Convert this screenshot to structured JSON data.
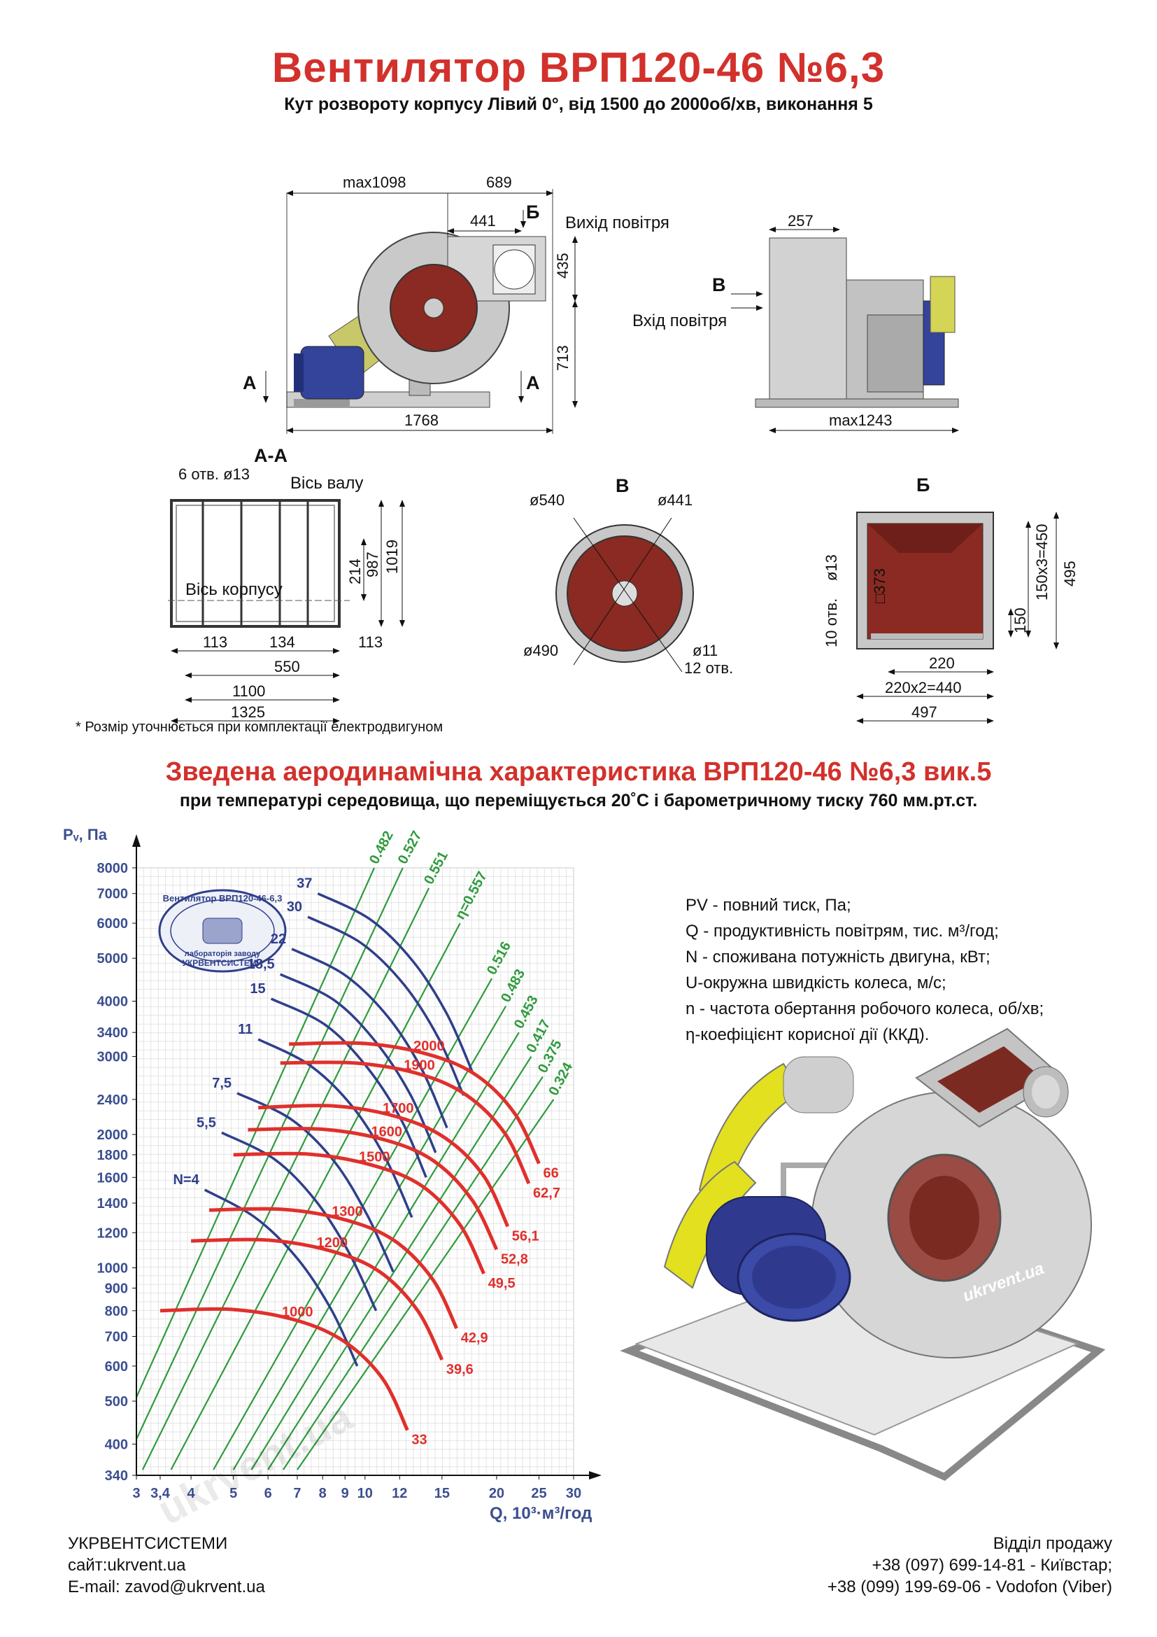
{
  "title": "Вентилятор  ВРП120-46 №6,3",
  "subtitle": "Кут розвороту корпусу Лівий 0°, від 1500 до 2000об/хв, виконання 5",
  "side_view": {
    "dims": [
      "max1098",
      "689",
      "441",
      "435",
      "713",
      "1768"
    ],
    "label_b": "Б",
    "label_a_left": "А",
    "label_a_right": "А",
    "outlet_label": "Вихід повітря"
  },
  "front_view": {
    "dims": [
      "257",
      "max1243"
    ],
    "label_v": "В",
    "inlet_label": "Вхід повітря"
  },
  "section_aa": {
    "title": "А-А",
    "holes": "6 отв. ø13",
    "shaft_axis": "Вісь валу",
    "body_axis": "Вісь корпусу",
    "dims": [
      "113",
      "134",
      "113",
      "550",
      "1100",
      "1325",
      "214",
      "987",
      "1019"
    ]
  },
  "view_v": {
    "title": "В",
    "dims": [
      "ø540",
      "ø441",
      "ø490",
      "ø11"
    ],
    "holes": "12 отв."
  },
  "view_b": {
    "title": "Б",
    "dims": [
      "ø13",
      "□373",
      "150x3=450",
      "495",
      "150",
      "220",
      "220x2=440",
      "497"
    ],
    "holes": "10 отв."
  },
  "watermark": "ukrvent.ua",
  "note": "* Розмір уточнюється при комплектації електродвигуном",
  "chart_title": "Зведена аеродинамічна характеристика ВРП120-46 №6,3 вик.5",
  "chart_subtitle": "при температурі середовища, що переміщується 20˚С і барометричному тиску 760 мм.рт.ст.",
  "legend": [
    "PV - повний тиск, Па;",
    "Q - продуктивність повітрям, тис. м³/год;",
    "N - споживана потужність двигуна, кВт;",
    "U-окружна швидкість колеса, м/с;",
    "n - частота обертання робочого колеса, об/хв;",
    "η-коефіцієнт корисної дії (ККД)."
  ],
  "stamp": {
    "top": "Вентилятор ВРП120-46-6,3",
    "middle": "лабораторія заводу",
    "bottom": "УКРВЕНТСИСТЕМИ"
  },
  "colors": {
    "title_red": "#d2312c",
    "curve_red": "#e0302c",
    "power_blue": "#2f3f8a",
    "eff_green": "#2f9b3c",
    "grid": "#c9c9c9"
  },
  "chart_data": {
    "type": "line",
    "x_scale": "log",
    "y_scale": "log",
    "ylabel": "Pᵥ, Па",
    "xlabel": "Q, 10³·м³/год",
    "xlim": [
      3,
      30
    ],
    "ylim": [
      340,
      8000
    ],
    "x_ticks": [
      3,
      3.4,
      4,
      5,
      6,
      7,
      8,
      9,
      10,
      12,
      15,
      20,
      25,
      30
    ],
    "x_tick_labels": [
      "3",
      "3,4",
      "4",
      "5",
      "6",
      "7",
      "8",
      "9",
      "10",
      "12",
      "15",
      "20",
      "25",
      "30"
    ],
    "y_ticks": [
      340,
      400,
      500,
      600,
      700,
      800,
      900,
      1000,
      1200,
      1400,
      1600,
      1800,
      2000,
      2400,
      3000,
      3400,
      4000,
      5000,
      6000,
      7000,
      8000
    ],
    "y_tick_labels": [
      "340",
      "400",
      "500",
      "600",
      "700",
      "800",
      "900",
      "1000",
      "1200",
      "1400",
      "1600",
      "1800",
      "2000",
      "2400",
      "3000",
      "3400",
      "4000",
      "5000",
      "6000",
      "7000",
      "8000"
    ],
    "speed_curves": [
      {
        "n": "1000",
        "u_label": "33",
        "points": [
          [
            3.4,
            800
          ],
          [
            5,
            805
          ],
          [
            7,
            760
          ],
          [
            9,
            680
          ],
          [
            11,
            560
          ],
          [
            12.5,
            430
          ]
        ]
      },
      {
        "n": "1200",
        "u_label": "39,6",
        "points": [
          [
            4,
            1150
          ],
          [
            6,
            1155
          ],
          [
            8.4,
            1090
          ],
          [
            10.8,
            980
          ],
          [
            13.2,
            800
          ],
          [
            15,
            620
          ]
        ]
      },
      {
        "n": "1300",
        "u_label": "42,9",
        "points": [
          [
            4.4,
            1350
          ],
          [
            6.5,
            1355
          ],
          [
            9.1,
            1280
          ],
          [
            11.7,
            1150
          ],
          [
            14.3,
            940
          ],
          [
            16.2,
            730
          ]
        ]
      },
      {
        "n": "1500",
        "u_label": "49,5",
        "points": [
          [
            5,
            1800
          ],
          [
            7.5,
            1805
          ],
          [
            10.5,
            1700
          ],
          [
            13.5,
            1530
          ],
          [
            16.5,
            1250
          ],
          [
            18.7,
            970
          ]
        ]
      },
      {
        "n": "1600",
        "u_label": "52,8",
        "points": [
          [
            5.4,
            2050
          ],
          [
            8,
            2055
          ],
          [
            11.2,
            1940
          ],
          [
            14.4,
            1740
          ],
          [
            17.6,
            1420
          ],
          [
            20,
            1100
          ]
        ]
      },
      {
        "n": "1700",
        "u_label": "56,1",
        "points": [
          [
            5.7,
            2300
          ],
          [
            8.5,
            2320
          ],
          [
            11.9,
            2190
          ],
          [
            15.3,
            1960
          ],
          [
            18.7,
            1610
          ],
          [
            21.2,
            1240
          ]
        ]
      },
      {
        "n": "1900",
        "u_label": "62,7",
        "points": [
          [
            6.4,
            2900
          ],
          [
            9.5,
            2900
          ],
          [
            13.3,
            2740
          ],
          [
            17.1,
            2450
          ],
          [
            20.9,
            2010
          ],
          [
            23.7,
            1550
          ]
        ]
      },
      {
        "n": "2000",
        "u_label": "66",
        "points": [
          [
            6.7,
            3200
          ],
          [
            10,
            3210
          ],
          [
            14,
            3030
          ],
          [
            18,
            2720
          ],
          [
            22,
            2230
          ],
          [
            25,
            1720
          ]
        ]
      }
    ],
    "power_curves": [
      {
        "N": "N=4",
        "points": [
          [
            4.3,
            1500
          ],
          [
            5.6,
            1300
          ],
          [
            7,
            1050
          ],
          [
            8.4,
            800
          ],
          [
            9.6,
            600
          ]
        ]
      },
      {
        "N": "5,5",
        "points": [
          [
            4.7,
            2020
          ],
          [
            6.2,
            1760
          ],
          [
            7.7,
            1420
          ],
          [
            9.2,
            1080
          ],
          [
            10.6,
            800
          ]
        ]
      },
      {
        "N": "7,5",
        "points": [
          [
            5.1,
            2480
          ],
          [
            6.8,
            2160
          ],
          [
            8.5,
            1740
          ],
          [
            10.1,
            1320
          ],
          [
            11.6,
            980
          ]
        ]
      },
      {
        "N": "11",
        "points": [
          [
            5.7,
            3280
          ],
          [
            7.5,
            2860
          ],
          [
            9.4,
            2300
          ],
          [
            11.2,
            1750
          ],
          [
            12.8,
            1300
          ]
        ]
      },
      {
        "N": "15",
        "points": [
          [
            6.1,
            4050
          ],
          [
            8.1,
            3540
          ],
          [
            10.1,
            2840
          ],
          [
            12.1,
            2160
          ],
          [
            13.8,
            1600
          ]
        ]
      },
      {
        "N": "18,5",
        "points": [
          [
            6.4,
            4600
          ],
          [
            8.5,
            4020
          ],
          [
            10.6,
            3230
          ],
          [
            12.7,
            2460
          ],
          [
            14.5,
            1820
          ]
        ]
      },
      {
        "N": "22",
        "points": [
          [
            6.8,
            5250
          ],
          [
            9,
            4580
          ],
          [
            11.3,
            3680
          ],
          [
            13.5,
            2800
          ],
          [
            15.4,
            2070
          ]
        ]
      },
      {
        "N": "30",
        "points": [
          [
            7.4,
            6200
          ],
          [
            9.8,
            5410
          ],
          [
            12.3,
            4350
          ],
          [
            14.7,
            3310
          ],
          [
            16.8,
            2450
          ]
        ]
      },
      {
        "N": "37",
        "points": [
          [
            7.8,
            7000
          ],
          [
            10.3,
            6110
          ],
          [
            12.9,
            4910
          ],
          [
            15.4,
            3740
          ],
          [
            17.6,
            2770
          ]
        ]
      }
    ],
    "efficiency_lines": [
      {
        "eta": "0.324",
        "from": [
          7.0,
          350
        ],
        "to": [
          27.0,
          2400
        ]
      },
      {
        "eta": "0.375",
        "from": [
          6.5,
          350
        ],
        "to": [
          25.5,
          2700
        ]
      },
      {
        "eta": "0.417",
        "from": [
          6.0,
          350
        ],
        "to": [
          24.0,
          3000
        ]
      },
      {
        "eta": "0.453",
        "from": [
          5.5,
          350
        ],
        "to": [
          22.5,
          3400
        ]
      },
      {
        "eta": "0.483",
        "from": [
          5.0,
          350
        ],
        "to": [
          21.0,
          3900
        ]
      },
      {
        "eta": "0.516",
        "from": [
          4.5,
          350
        ],
        "to": [
          19.5,
          4500
        ]
      },
      {
        "eta": "η=0.557",
        "from": [
          3.6,
          350
        ],
        "to": [
          16.5,
          6000
        ]
      },
      {
        "eta": "0.551",
        "from": [
          3.1,
          350
        ],
        "to": [
          14.0,
          7200
        ]
      },
      {
        "eta": "0.527",
        "from": [
          3.0,
          410
        ],
        "to": [
          12.2,
          8000
        ]
      },
      {
        "eta": "0.482",
        "from": [
          3.0,
          510
        ],
        "to": [
          10.5,
          8000
        ]
      }
    ]
  },
  "footer": {
    "company": "УКРВЕНТСИСТЕМИ",
    "site": "сайт:ukrvent.ua",
    "email": "E-mail: zavod@ukrvent.ua",
    "sales": "Відділ продажу",
    "phone1": "+38 (097) 699-14-81 - Київстар;",
    "phone2": "+38 (099) 199-69-06 - Vodofon (Viber)"
  }
}
